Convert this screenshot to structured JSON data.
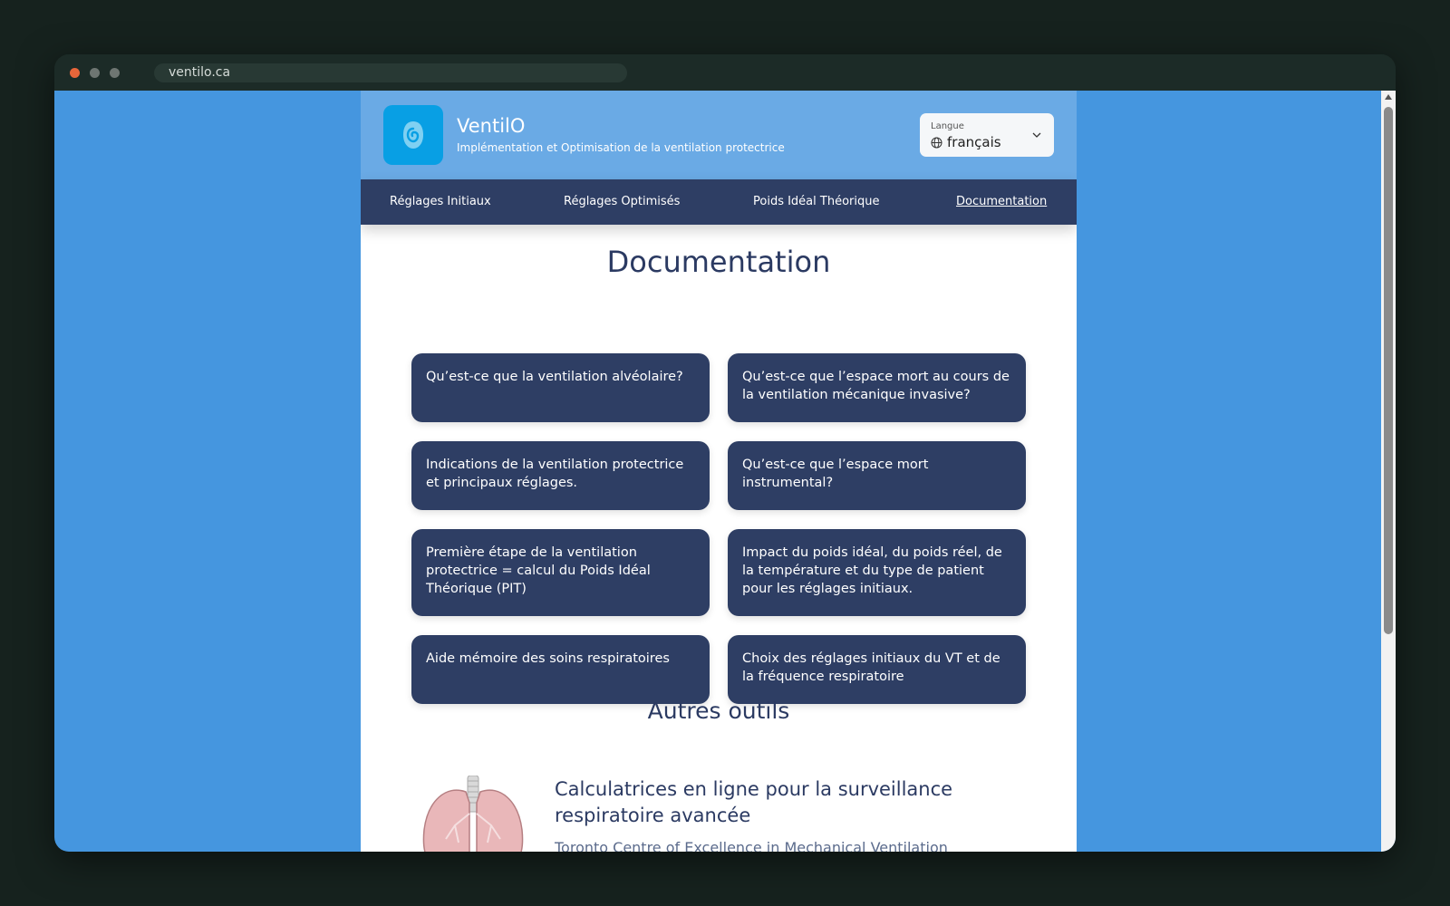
{
  "browser": {
    "url": "ventilo.ca"
  },
  "header": {
    "brand_name": "VentilO",
    "tagline": "Implémentation et Optimisation de la ventilation protectrice",
    "logo_icon": "lung-swirl-icon"
  },
  "language": {
    "label": "Langue",
    "value": "français"
  },
  "nav": {
    "items": [
      {
        "label": "Réglages Initiaux"
      },
      {
        "label": "Réglages Optimisés"
      },
      {
        "label": "Poids Idéal Théorique"
      },
      {
        "label": "Documentation",
        "active": true
      }
    ]
  },
  "main": {
    "title": "Documentation",
    "cards": [
      {
        "label": "Qu’est-ce que la ventilation alvéolaire?"
      },
      {
        "label": "Qu’est-ce que l’espace mort au cours de la ventilation mécanique invasive?"
      },
      {
        "label": "Indications de la ventilation protectrice et principaux réglages."
      },
      {
        "label": "Qu’est-ce que l’espace mort instrumental?"
      },
      {
        "label": "Première étape de la ventilation protectrice = calcul du Poids Idéal Théorique (PIT)"
      },
      {
        "label": "Impact du poids idéal, du poids réel, de la température et du type de patient pour les réglages initiaux."
      },
      {
        "label": "Aide mémoire des soins respiratoires"
      },
      {
        "label": "Choix des réglages initiaux du VT et de la fréquence respiratoire"
      }
    ]
  },
  "other_tools": {
    "title": "Autres outils",
    "tool": {
      "title": "Calculatrices en ligne pour la surveillance respiratoire avancée",
      "subtitle": "Toronto Centre of Excellence in Mechanical Ventilation",
      "image_icon": "lungs-illustration"
    }
  },
  "colors": {
    "background": "#4596df",
    "header": "#6aaae5",
    "nav": "#2e3e64",
    "card": "#2e3e64",
    "title_text": "#2b3a62",
    "logo": "#089fe4"
  }
}
